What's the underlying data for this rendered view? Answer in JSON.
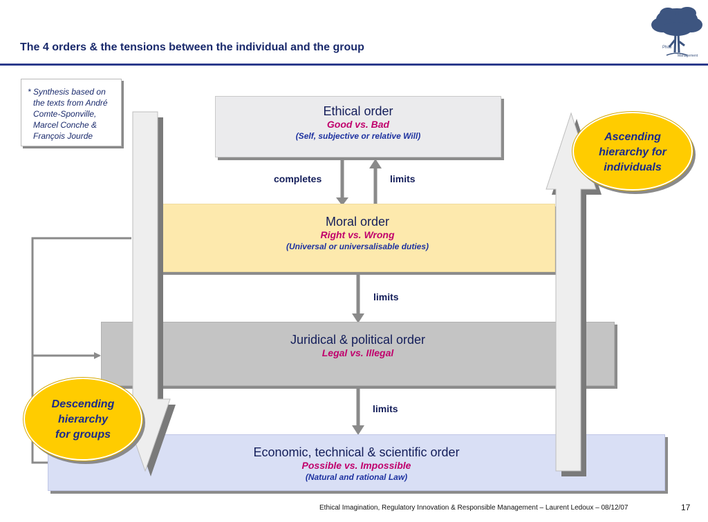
{
  "title": "The 4 orders & the tensions between the individual and the group",
  "logo": {
    "text_line1": "Philo",
    "text_line2": "Management"
  },
  "note": {
    "lines": [
      "* Synthesis based on",
      "the texts from André",
      "Comte-Sponville,",
      "Marcel Conche &",
      "François Jourde"
    ]
  },
  "orders": {
    "ethical": {
      "name": "Ethical order",
      "sub": "Good vs. Bad",
      "desc": "(Self, subjective or relative Will)"
    },
    "moral": {
      "name": "Moral order",
      "sub": "Right vs. Wrong",
      "desc": "(Universal or universalisable duties)"
    },
    "juridical": {
      "name": "Juridical & political order",
      "sub": "Legal vs. Illegal"
    },
    "economic": {
      "name": "Economic, technical & scientific order",
      "sub": "Possible vs. Impossible",
      "desc": "(Natural and rational Law)"
    }
  },
  "links": {
    "completes": "completes",
    "limits_top": "limits",
    "limits_mid": "limits",
    "limits_bottom": "limits"
  },
  "ascending": {
    "lines": [
      "Ascending",
      "hierarchy for",
      "individuals"
    ]
  },
  "descending": {
    "lines": [
      "Descending",
      "hierarchy",
      "for groups"
    ]
  },
  "footer": "Ethical Imagination, Regulatory Innovation & Responsible Management – Laurent Ledoux  –  08/12/07",
  "page_number": "17",
  "colors": {
    "title": "#1a2a6c",
    "rule": "#2b3a8c",
    "ethical_fill": "#ebebed",
    "moral_fill": "#fde9ad",
    "juridical_fill": "#c4c4c4",
    "economic_fill": "#d9dff5",
    "circle_fill": "#ffcc00",
    "sub_text": "#c0006c",
    "desc_text": "#1e32a0",
    "arrow_grey": "#8a8a8a"
  }
}
